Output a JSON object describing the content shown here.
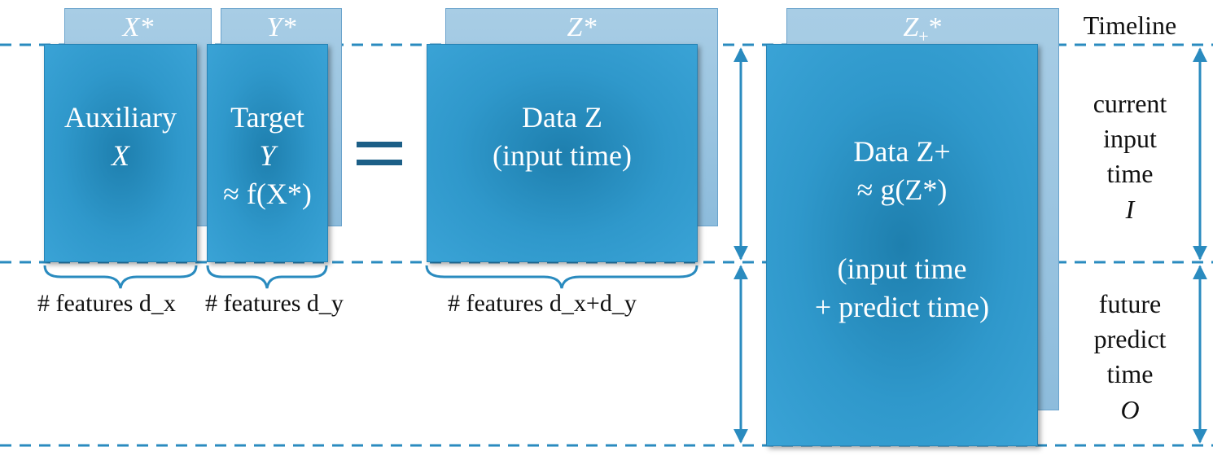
{
  "diagram": {
    "timeline_label": "Timeline",
    "equals_symbol": "=",
    "boxes": {
      "x_star": "X*",
      "y_star": "Y*",
      "z_star": "Z*",
      "z_plus_star_base": "Z",
      "z_plus_star_sub": "+",
      "z_plus_star_sup": "*",
      "auxiliary": {
        "line1": "Auxiliary",
        "line2": "X"
      },
      "target": {
        "line1": "Target",
        "line2": "Y",
        "line3": "≈ f(X*)"
      },
      "data_z": {
        "line1": "Data Z",
        "line2": "(input time)"
      },
      "data_z_plus": {
        "line1": "Data Z+",
        "line2": "≈ g(Z*)",
        "line3": "(input time",
        "line4": "+ predict time)"
      }
    },
    "features": {
      "dx": "# features d_x",
      "dy": "# features d_y",
      "dxdy": "# features d_x+d_y"
    },
    "current": {
      "line1": "current",
      "line2": "input",
      "line3": "time",
      "line4": "I"
    },
    "future": {
      "line1": "future",
      "line2": "predict",
      "line3": "time",
      "line4": "O"
    },
    "colors": {
      "dashed_line": "#2a8bbf",
      "arrow": "#2a8bbf",
      "brace": "#2a8bbf",
      "box_front": "#2f98cb",
      "box_back": "#98c4e0",
      "equals": "#1c5f87"
    }
  }
}
